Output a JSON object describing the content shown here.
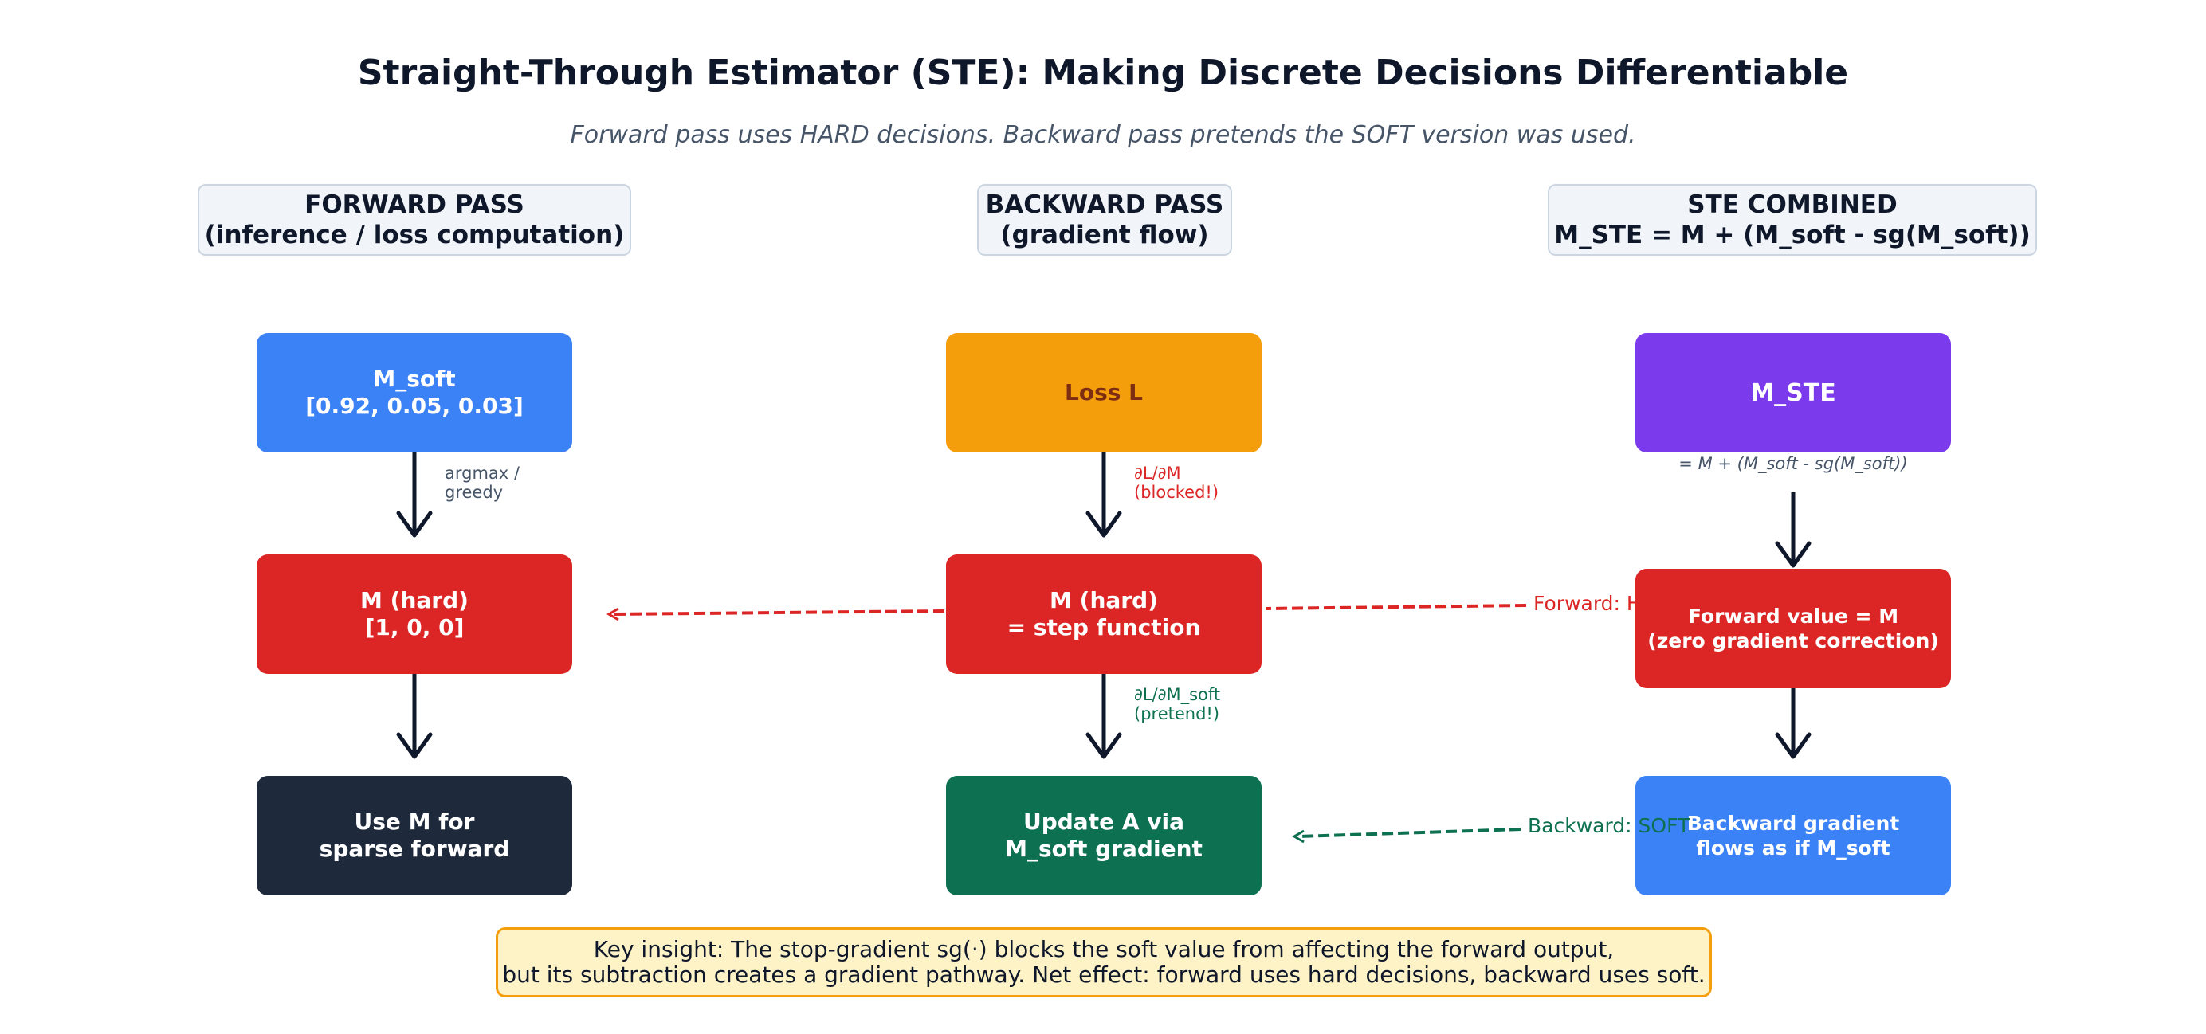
{
  "title": "Straight-Through Estimator (STE): Making Discrete Decisions Differentiable",
  "subtitle": "Forward pass uses HARD decisions. Backward pass pretends the SOFT version was used.",
  "columns": {
    "forward": {
      "header_line1": "FORWARD PASS",
      "header_line2": "(inference / loss computation)"
    },
    "backward": {
      "header_line1": "BACKWARD PASS",
      "header_line2": "(gradient flow)"
    },
    "combined": {
      "header_line1": "STE COMBINED",
      "header_line2": "M_STE = M + (M_soft - sg(M_soft))"
    }
  },
  "nodes": {
    "m_soft": {
      "line1": "M_soft",
      "line2": "[0.92, 0.05, 0.03]",
      "color": "#3b82f6"
    },
    "m_hard_forward": {
      "line1": "M (hard)",
      "line2": "[1, 0, 0]",
      "color": "#dc2626"
    },
    "use_m": {
      "line1": "Use M for",
      "line2": "sparse forward",
      "color": "#1e293b"
    },
    "loss": {
      "line1": "Loss L",
      "color": "#f59e0b"
    },
    "m_hard_step": {
      "line1": "M (hard)",
      "line2": "= step function",
      "color": "#dc2626"
    },
    "update_a": {
      "line1": "Update A via",
      "line2": "M_soft gradient",
      "color": "#0d7050"
    },
    "m_ste": {
      "line1": "M_STE",
      "color": "#7c3aed"
    },
    "forward_value": {
      "line1": "Forward value = M",
      "line2": "(zero gradient correction)",
      "color": "#dc2626"
    },
    "backward_gradient": {
      "line1": "Backward gradient",
      "line2": "flows as if M_soft",
      "color": "#3b82f6"
    }
  },
  "edge_labels": {
    "argmax_line1": "argmax /",
    "argmax_line2": "greedy",
    "blocked_line1": "∂L/∂M",
    "blocked_line2": "(blocked!)",
    "pretend_line1": "∂L/∂M_soft",
    "pretend_line2": "(pretend!)",
    "m_ste_formula": "= M + (M_soft - sg(M_soft))",
    "forward_hard": "Forward: HARD",
    "backward_soft": "Backward: SOFT"
  },
  "key_insight": {
    "line1": "Key insight: The stop-gradient sg(·) blocks the soft value from affecting the forward output,",
    "line2": "but its subtraction creates a gradient pathway. Net effect: forward uses hard decisions, backward uses soft."
  },
  "colors": {
    "red_edge": "#dc2626",
    "green_edge": "#0d7050",
    "arrow": "#0f172a",
    "note_gray": "#475569",
    "loss_text": "#7c2d12"
  }
}
